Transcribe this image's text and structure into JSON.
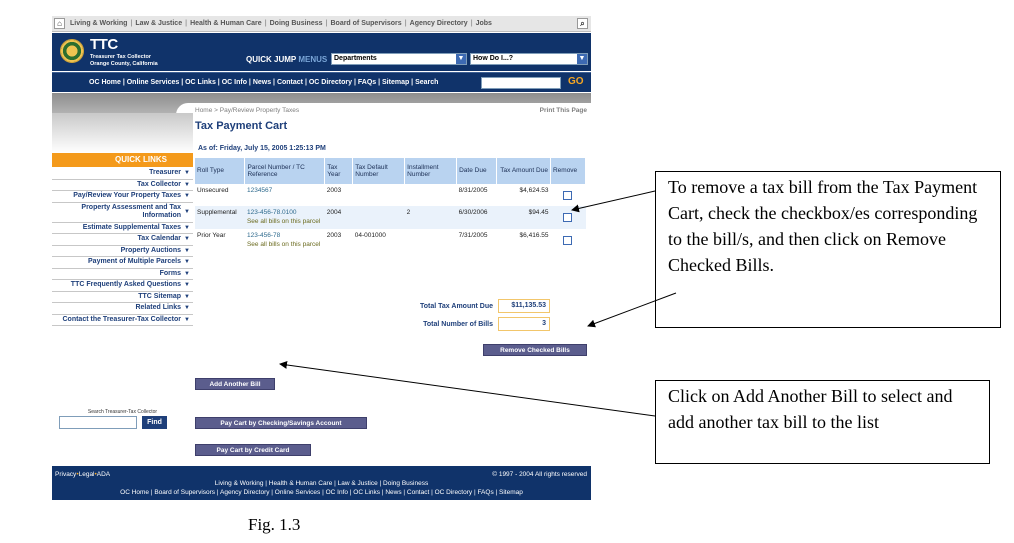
{
  "top_nav": {
    "links": [
      "Living & Working",
      "Law & Justice",
      "Health & Human Care",
      "Doing Business",
      "Board of Supervisors",
      "Agency Directory",
      "Jobs"
    ]
  },
  "banner": {
    "title": "TTC",
    "subtitle_line1": "Treasurer Tax Collector",
    "subtitle_line2": "Orange County, California",
    "quick_jump": "QUICK JUMP",
    "menus": "MENUS",
    "departments_select": "Departments",
    "how_do_i_select": "How Do I...?"
  },
  "oc_nav": {
    "links": "OC Home | Online Services | OC Links | OC Info | News | Contact | OC Directory | FAQs | Sitemap | Search",
    "go": "GO"
  },
  "sidebar": {
    "quick_links": "QUICK LINKS",
    "items": [
      "Treasurer",
      "Tax Collector",
      "Pay/Review Your Property Taxes",
      "Property Assessment and Tax Information",
      "Estimate Supplemental Taxes",
      "Tax Calendar",
      "Property Auctions",
      "Payment of Multiple Parcels",
      "Forms",
      "TTC Frequently Asked Questions",
      "TTC Sitemap",
      "Related Links",
      "Contact the Treasurer-Tax Collector"
    ],
    "search_label": "Search Treasurer-Tax Collector",
    "find": "Find"
  },
  "main": {
    "breadcrumb": "Home  >  Pay/Review Property Taxes",
    "print": "Print This Page",
    "title": "Tax Payment Cart",
    "as_of": "As of: Friday, July 15, 2005 1:25:13 PM",
    "table": {
      "headers": [
        "Roll Type",
        "Parcel Number / TC Reference",
        "Tax Year",
        "Tax Default Number",
        "Installment Number",
        "Date Due",
        "Tax Amount Due",
        "Remove"
      ],
      "rows": [
        {
          "roll_type": "Unsecured",
          "parcel": "1234567",
          "sub": "",
          "year": "2003",
          "default": "",
          "installment": "",
          "due": "8/31/2005",
          "amount": "$4,624.53"
        },
        {
          "roll_type": "Supplemental",
          "parcel": "123-456-78.0100",
          "sub": "See all bills on this parcel",
          "year": "2004",
          "default": "",
          "installment": "2",
          "due": "6/30/2006",
          "amount": "$94.45"
        },
        {
          "roll_type": "Prior Year",
          "parcel": "123-456-78",
          "sub": "See all bills on this parcel",
          "year": "2003",
          "default": "04-001000",
          "installment": "",
          "due": "7/31/2005",
          "amount": "$6,416.55"
        }
      ]
    },
    "total_amount_label": "Total Tax Amount Due",
    "total_amount": "$11,135.53",
    "total_bills_label": "Total Number of Bills",
    "total_bills": "3",
    "remove_checked": "Remove Checked Bills",
    "add_another": "Add Another Bill",
    "pay_checking": "Pay Cart by Checking/Savings Account",
    "pay_credit": "Pay Cart by Credit Card"
  },
  "footer": {
    "left": "Privacy",
    "left2": "Legal",
    "left3": "ADA",
    "copyright": "© 1997 - 2004 All rights reserved",
    "line1": "Living & Working | Health & Human Care | Law & Justice | Doing Business",
    "line2": "OC Home | Board of Supervisors | Agency Directory | Online Services | OC Info | OC Links | News | Contact | OC Directory | FAQs | Sitemap"
  },
  "callouts": {
    "remove": "To remove a tax bill from the Tax Payment Cart, check the checkbox/es corresponding to the bill/s, and then click on Remove Checked Bills.",
    "add": "Click on Add Another Bill to select and add another tax bill to the list"
  },
  "caption": "Fig. 1.3"
}
